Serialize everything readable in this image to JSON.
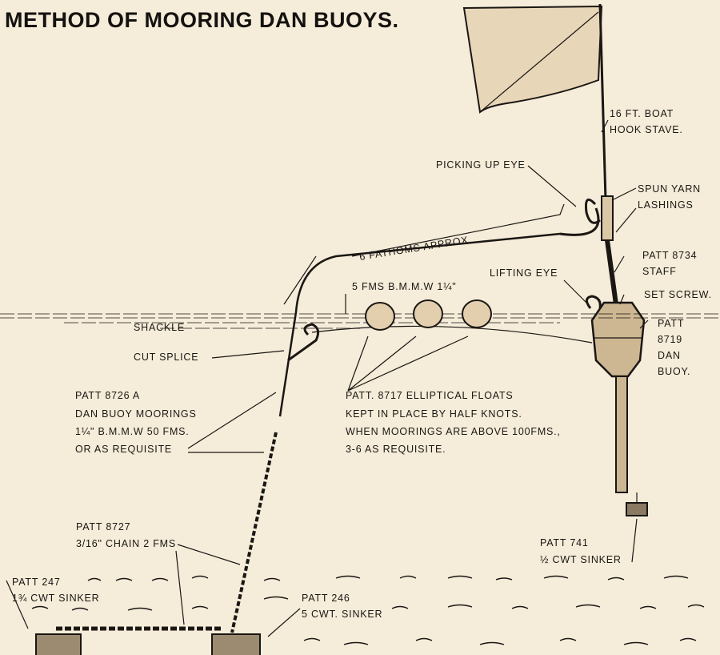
{
  "title": "METHOD OF MOORING DAN BUOYS.",
  "labels": {
    "boat_hook_1": "16 FT. BOAT",
    "boat_hook_2": "HOOK STAVE.",
    "picking_eye": "PICKING UP EYE",
    "spun_yarn_1": "SPUN YARN",
    "spun_yarn_2": "LASHINGS",
    "fathoms": "6 FATHOMS APPROX.",
    "staff_1": "PATT 8734",
    "staff_2": "STAFF",
    "lifting_eye": "LIFTING EYE",
    "bmmw": "5 FMS B.M.M.W 1¼\"",
    "set_screw": "SET SCREW.",
    "shackle": "SHACKLE",
    "buoy_1": "PATT",
    "buoy_2": "8719",
    "buoy_3": "DAN",
    "buoy_4": "BUOY.",
    "cut_splice": "CUT SPLICE",
    "moorings_1": "PATT 8726 A",
    "moorings_2": "DAN BUOY MOORINGS",
    "moorings_3": "1¼\" B.M.M.W  50 FMS.",
    "moorings_4": "OR AS REQUISITE",
    "floats_1": "PATT. 8717 ELLIPTICAL FLOATS",
    "floats_2": "KEPT IN PLACE BY HALF KNOTS.",
    "floats_3": "WHEN MOORINGS ARE ABOVE 100FMS.,",
    "floats_4": "3-6 AS REQUISITE.",
    "chain_1": "PATT 8727",
    "chain_2": "3/16\" CHAIN  2 FMS",
    "sinker741_1": "PATT 741",
    "sinker741_2": "½ CWT SINKER",
    "sinker247_1": "PATT 247",
    "sinker247_2": "1¾ CWT SINKER",
    "sinker246_1": "PATT 246",
    "sinker246_2": "5 CWT. SINKER"
  },
  "colors": {
    "paper": "#f5ecd9",
    "ink": "#1a1714",
    "flag": "#e8d6b8"
  }
}
